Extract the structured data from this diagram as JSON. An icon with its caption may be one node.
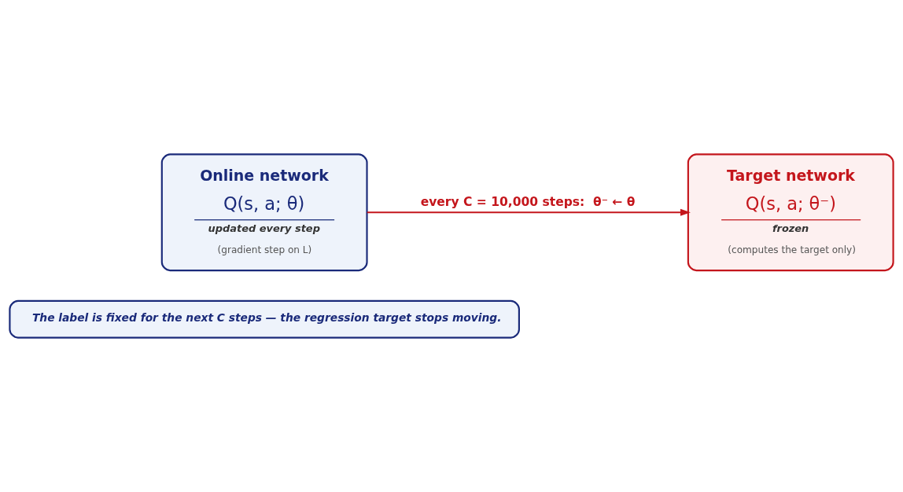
{
  "diagram": {
    "nodes": [
      {
        "text": [
          "Online network",
          "Q(s, a; θ)",
          "updated every step",
          "(gradient step on L)"
        ]
      },
      {
        "text": [
          "Target network",
          "Q(s, a; θ⁻)",
          "frozen",
          "(computes the target only)"
        ]
      },
      {
        "text": [
          "The label is fixed for the next C steps — the regression target stops moving."
        ]
      }
    ],
    "edges": [
      {
        "from": 0,
        "to": 1,
        "arrow": "to",
        "label": "every C = 10,000 steps:  θ⁻ ← θ",
        "color": "#c4161c"
      }
    ]
  }
}
